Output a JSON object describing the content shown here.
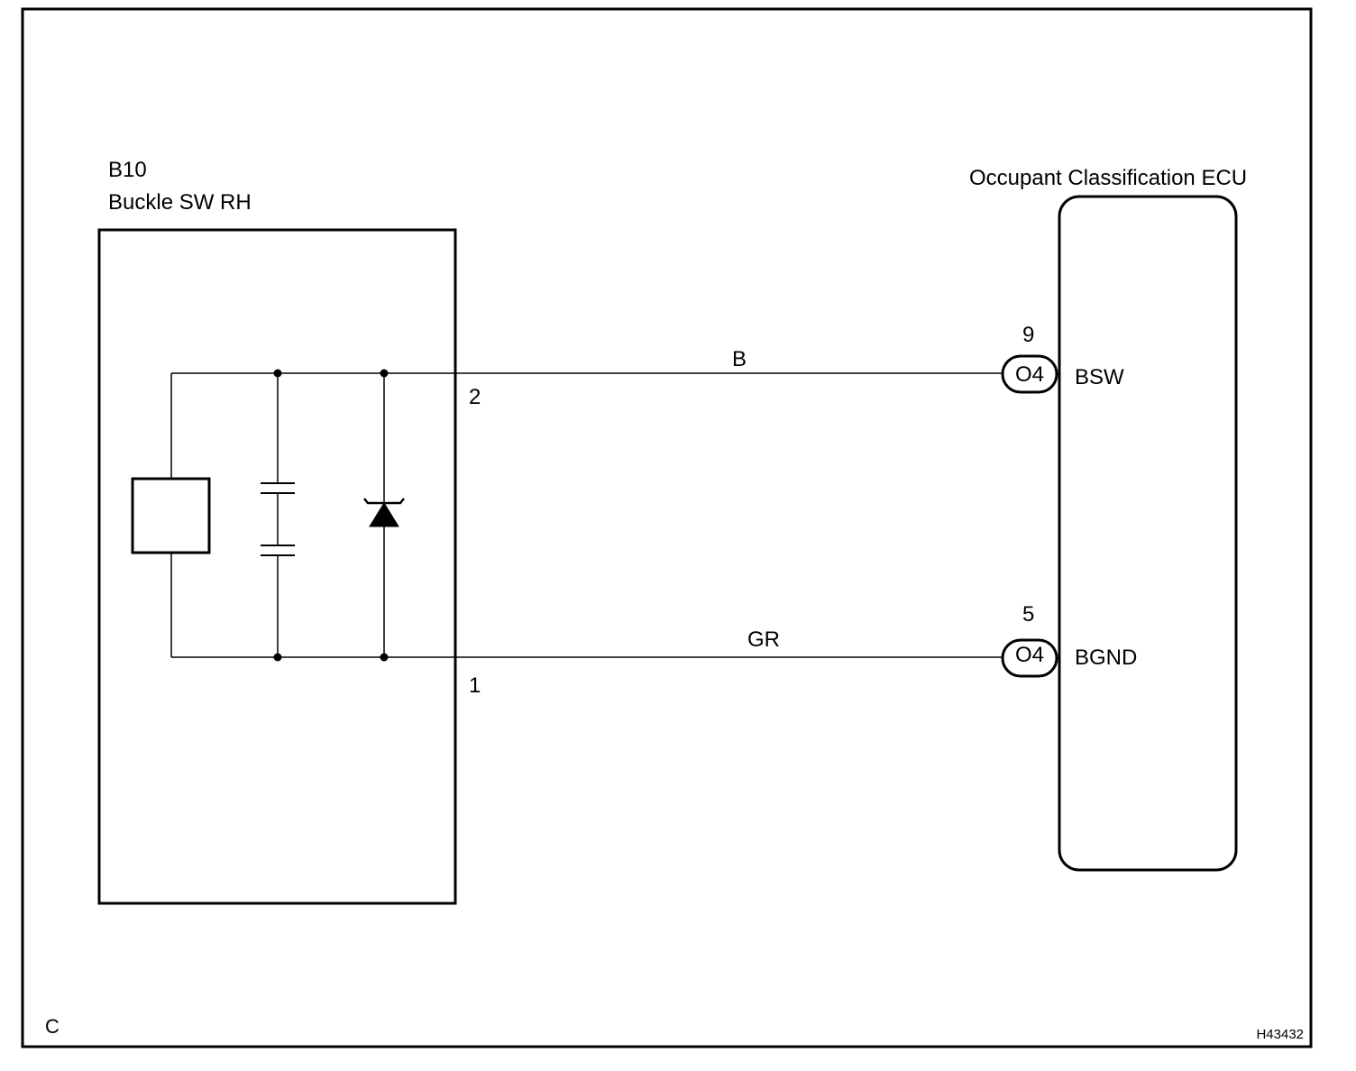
{
  "frame": {
    "corner_letter": "C",
    "figure_id": "H43432"
  },
  "switch_component": {
    "code": "B10",
    "name": "Buckle SW RH"
  },
  "ecu": {
    "name": "Occupant Classification ECU"
  },
  "wires": [
    {
      "color_code": "B",
      "switch_pin": "2",
      "ecu_pin": "9",
      "connector": "O4",
      "terminal": "BSW"
    },
    {
      "color_code": "GR",
      "switch_pin": "1",
      "ecu_pin": "5",
      "connector": "O4",
      "terminal": "BGND"
    }
  ]
}
